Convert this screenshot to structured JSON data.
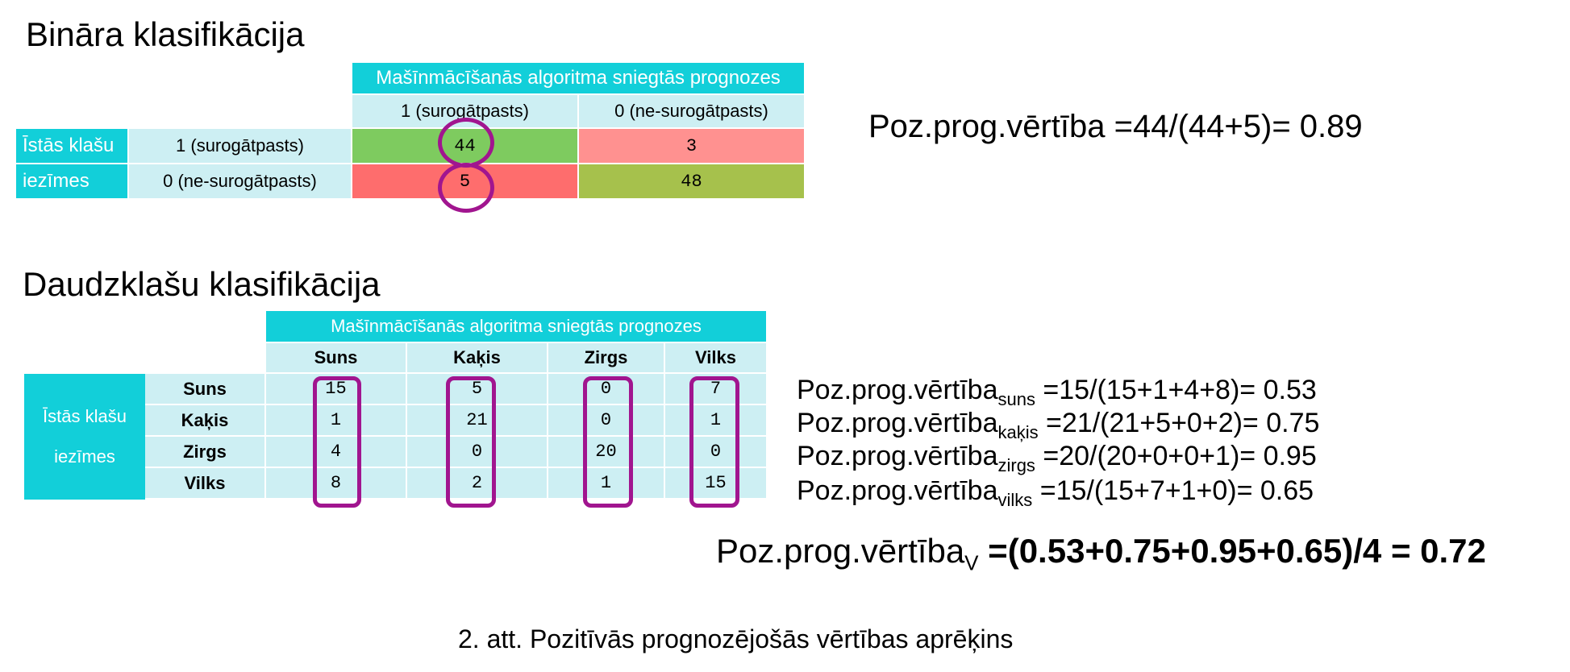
{
  "binary": {
    "title": "Bināra klasifikācija",
    "header": "Mašīnmācīšanās algoritma sniegtās prognozes",
    "col_labels": [
      "1 (surogātpasts)",
      "0 (ne-surogātpasts)"
    ],
    "row_group_label_1": "Īstās klašu",
    "row_group_label_2": "iezīmes",
    "row_labels": [
      "1 (surogātpasts)",
      "0 (ne-surogātpasts)"
    ],
    "values": [
      [
        "44",
        "3"
      ],
      [
        "5",
        "48"
      ]
    ],
    "colors": {
      "true_pos": "#7ecb5f",
      "false_neg": "#ff9190",
      "false_pos": "#fe6d6d",
      "true_neg": "#a6c14c"
    },
    "formula": "Poz.prog.vērtība =44/(44+5)= 0.89"
  },
  "multi": {
    "title": "Daudzklašu klasifikācija",
    "header": "Mašīnmācīšanās algoritma sniegtās prognozes",
    "col_labels": [
      "Suns",
      "Kaķis",
      "Zirgs",
      "Vilks"
    ],
    "row_group_label_1": "Īstās klašu",
    "row_group_label_2": "iezīmes",
    "row_labels": [
      "Suns",
      "Kaķis",
      "Zirgs",
      "Vilks"
    ],
    "values": [
      [
        "15",
        "5",
        "0",
        "7"
      ],
      [
        "1",
        "21",
        "0",
        "1"
      ],
      [
        "4",
        "0",
        "20",
        "0"
      ],
      [
        "8",
        "2",
        "1",
        "15"
      ]
    ],
    "formulas": [
      {
        "main": "Poz.prog.vērtība",
        "sub": "suns",
        "expr": " =15/(15+1+4+8)= 0.53"
      },
      {
        "main": "Poz.prog.vērtība",
        "sub": "kaķis",
        "expr": " =21/(21+5+0+2)= 0.75"
      },
      {
        "main": "Poz.prog.vērtība",
        "sub": "zirgs",
        "expr": " =20/(20+0+0+1)= 0.95"
      },
      {
        "main": "Poz.prog.vērtība",
        "sub": "vilks",
        "expr": " =15/(15+7+1+0)= 0.65"
      }
    ],
    "average": {
      "main": "Poz.prog.vērtība",
      "sub": "V",
      "expr": " =(0.53+0.75+0.95+0.65)/4 = 0.72"
    }
  },
  "colors": {
    "header": "#12cfd9",
    "light": "#cdeff3",
    "highlight": "#a1158f"
  },
  "caption": "2. att. Pozitīvās prognozējošās vērtības aprēķins"
}
